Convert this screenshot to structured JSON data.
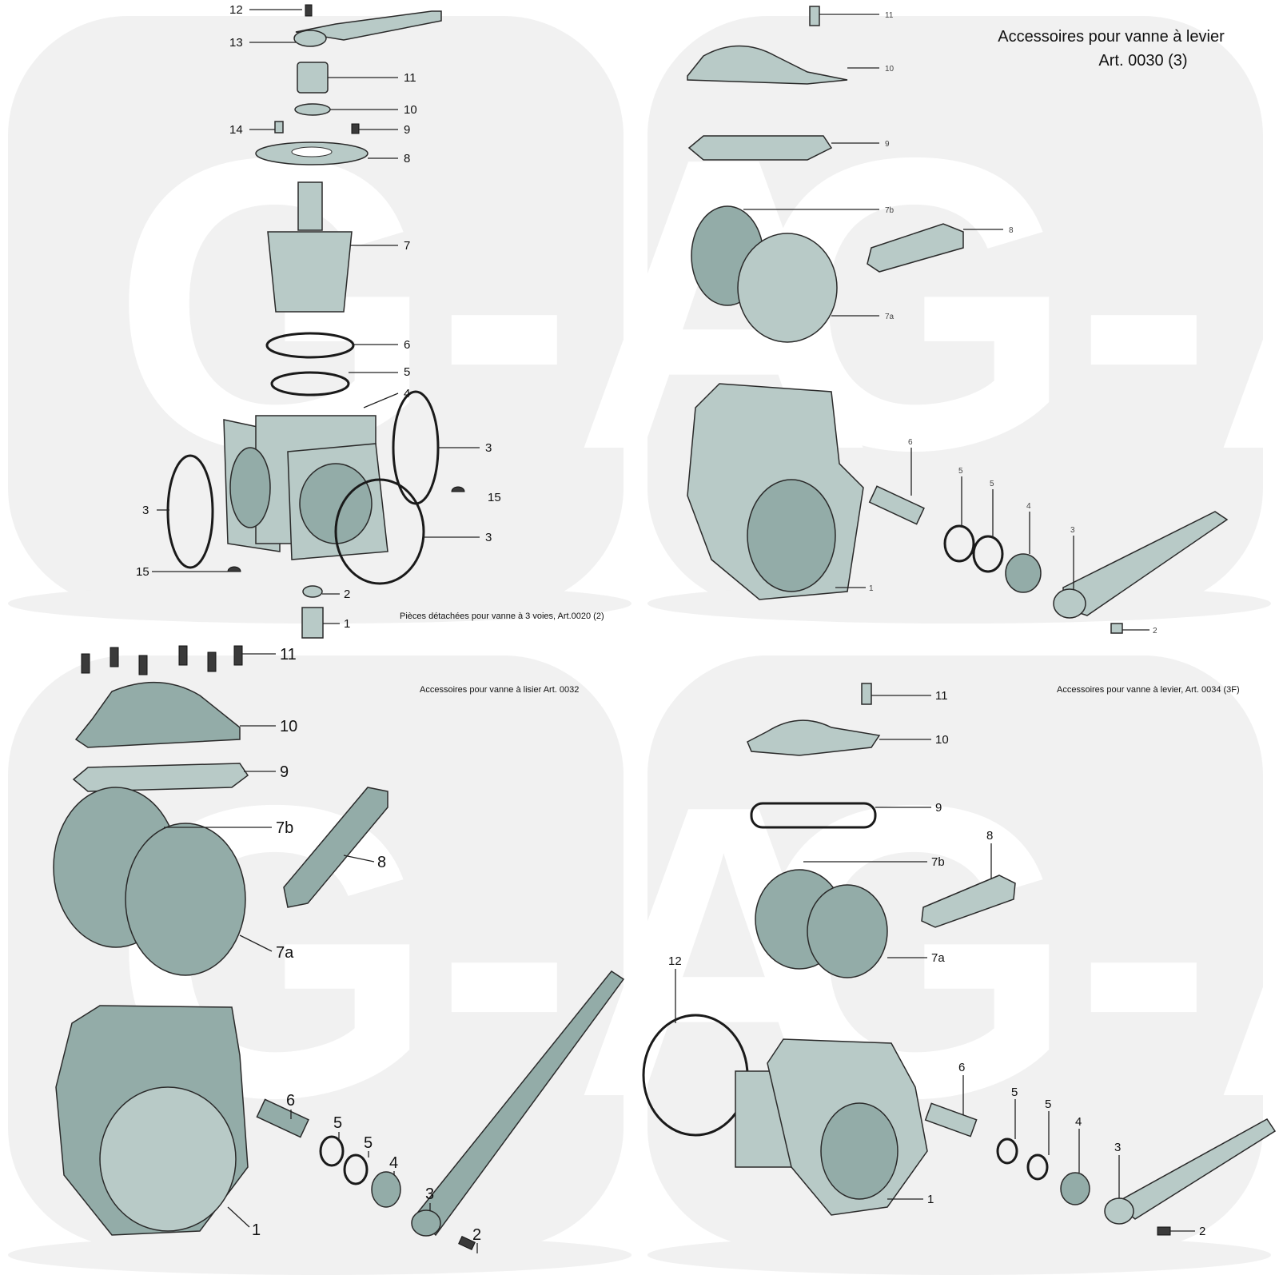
{
  "watermark": "G-A",
  "colors": {
    "part": "#93aca8",
    "part_light": "#b8cac7",
    "watermark": "#f1f1f1"
  },
  "panels": [
    {
      "caption": "Pièces détachées pour vanne à 3 voies, Art.0020 (2)",
      "labels": [
        "12",
        "13",
        "11",
        "10",
        "14",
        "9",
        "8",
        "7",
        "6",
        "5",
        "4",
        "3",
        "3",
        "15",
        "3",
        "15",
        "2",
        "1"
      ]
    },
    {
      "title_line1": "Accessoires pour vanne à levier",
      "title_line2": "Art. 0030 (3)",
      "labels": [
        "11",
        "10",
        "9",
        "7b",
        "8",
        "7a",
        "6",
        "5",
        "5",
        "4",
        "3",
        "1",
        "2"
      ]
    },
    {
      "caption": "Accessoires pour vanne à lisier Art. 0032",
      "labels": [
        "11",
        "10",
        "9",
        "7b",
        "8",
        "7a",
        "6",
        "5",
        "5",
        "4",
        "3",
        "2",
        "1"
      ]
    },
    {
      "caption": "Accessoires pour vanne à levier, Art. 0034 (3F)",
      "labels": [
        "11",
        "10",
        "9",
        "8",
        "7b",
        "7a",
        "12",
        "6",
        "5",
        "5",
        "4",
        "3",
        "1",
        "2"
      ]
    }
  ]
}
